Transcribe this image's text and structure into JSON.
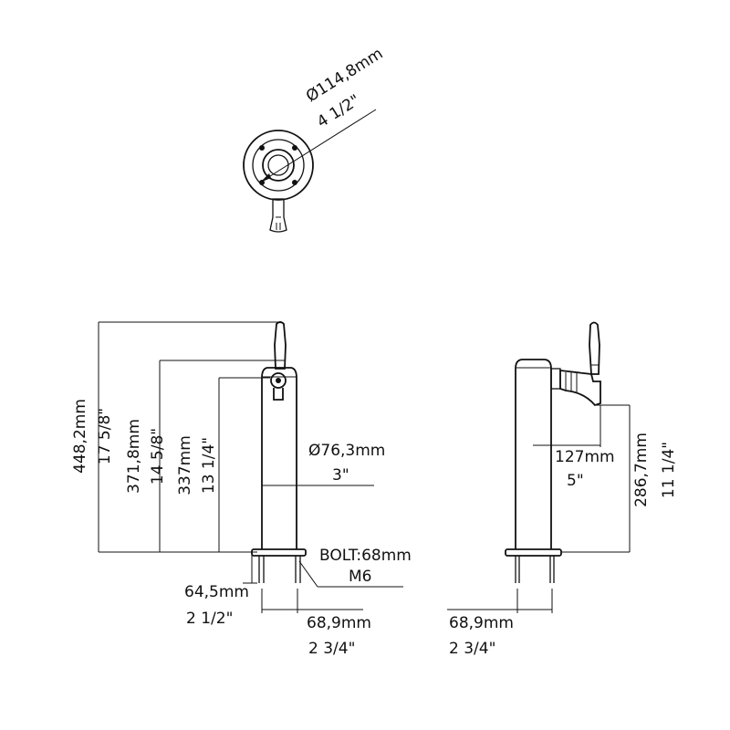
{
  "top_view": {
    "diameter_mm": "Ø114,8mm",
    "diameter_in": "4 1/2\""
  },
  "front_view": {
    "overall_height_mm": "448,2mm",
    "overall_height_in": "17 5/8\"",
    "tap_height_mm": "371,8mm",
    "tap_height_in": "14 5/8\"",
    "tower_height_mm": "337mm",
    "tower_height_in": "13 1/4\"",
    "tower_diameter_mm": "Ø76,3mm",
    "tower_diameter_in": "3\"",
    "bolt_label": "BOLT:68mm",
    "bolt_thread": "M6",
    "shank_length_mm": "64,5mm",
    "shank_length_in": "2 1/2\"",
    "bolt_spacing_mm": "68,9mm",
    "bolt_spacing_in": "2 3/4\""
  },
  "side_view": {
    "depth_mm": "127mm",
    "depth_in": "5\"",
    "faucet_height_mm": "286,7mm",
    "faucet_height_in": "11 1/4\"",
    "bolt_spacing_mm": "68,9mm",
    "bolt_spacing_in": "2 3/4\""
  }
}
